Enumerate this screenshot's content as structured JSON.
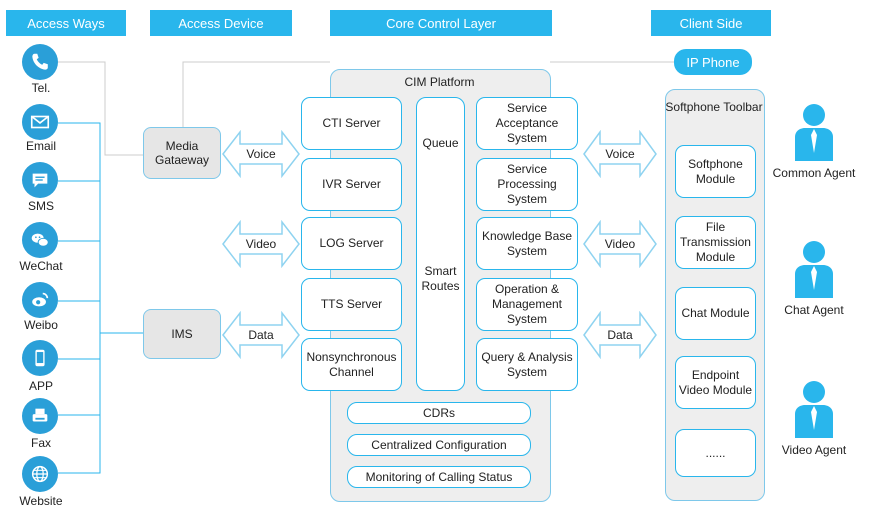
{
  "headers": {
    "access_ways": "Access Ways",
    "access_device": "Access Device",
    "core_control_layer": "Core Control Layer",
    "client_side": "Client Side"
  },
  "access_ways": [
    {
      "label": "Tel.",
      "icon": "phone-icon"
    },
    {
      "label": "Email",
      "icon": "email-icon"
    },
    {
      "label": "SMS",
      "icon": "sms-icon"
    },
    {
      "label": "WeChat",
      "icon": "wechat-icon"
    },
    {
      "label": "Weibo",
      "icon": "weibo-icon"
    },
    {
      "label": "APP",
      "icon": "mobile-app-icon"
    },
    {
      "label": "Fax",
      "icon": "fax-icon"
    },
    {
      "label": "Website",
      "icon": "globe-icon"
    }
  ],
  "devices": {
    "media_gateway": "Media Gataeway",
    "ims": "IMS"
  },
  "arrows_left": [
    "Voice",
    "Video",
    "Data"
  ],
  "arrows_right": [
    "Voice",
    "Video",
    "Data"
  ],
  "cim": {
    "title": "CIM Platform",
    "servers": [
      "CTI Server",
      "IVR Server",
      "LOG Server",
      "TTS Server",
      "Nonsynchronous Channel"
    ],
    "queue": "Queue",
    "smart_routes": "Smart Routes",
    "systems": [
      "Service Acceptance System",
      "Service Processing System",
      "Knowledge Base System",
      "Operation & Management System",
      "Query & Analysis System"
    ],
    "bottom": [
      "CDRs",
      "Centralized Configuration",
      "Monitoring of Calling Status"
    ]
  },
  "client": {
    "ip_phone": "IP Phone",
    "toolbar_title": "Softphone Toolbar",
    "modules": [
      "Softphone Module",
      "File Transmission Module",
      "Chat Module",
      "Endpoint Video Module",
      "......"
    ]
  },
  "agents": [
    "Common Agent",
    "Chat Agent",
    "Video Agent"
  ],
  "colors": {
    "accent": "#29b6ec",
    "icon": "#2a9fd8",
    "panel": "#eeeeee",
    "device": "#e6e6e6"
  }
}
